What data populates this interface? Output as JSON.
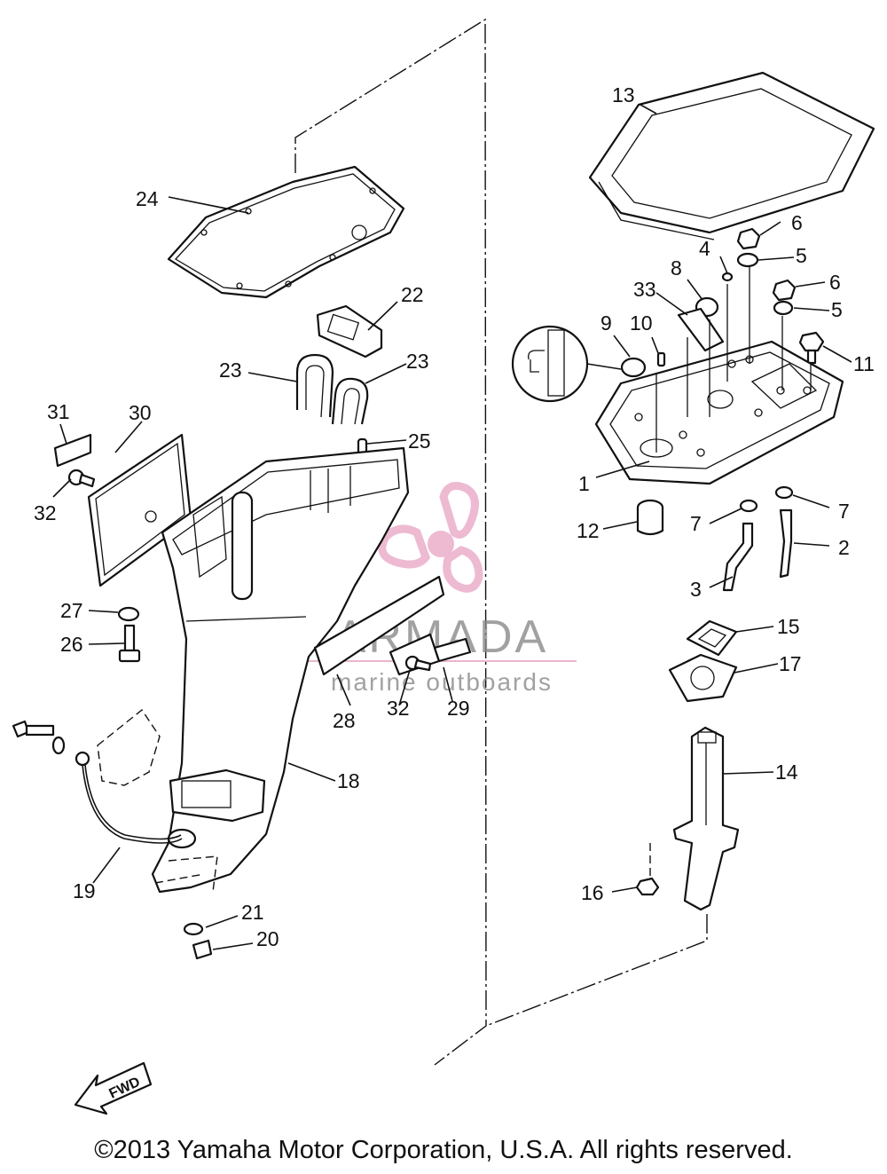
{
  "colors": {
    "line": "#111111",
    "watermark": "#e7a3c3",
    "watermark_text": "#8a8a8a"
  },
  "watermark": {
    "brand": "ARMADA",
    "tagline": "marine outboards"
  },
  "fwd_label": "FWD",
  "copyright": "©2013 Yamaha Motor Corporation, U.S.A. All rights reserved.",
  "callouts": [
    "1",
    "2",
    "3",
    "4",
    "5",
    "5",
    "6",
    "6",
    "7",
    "7",
    "8",
    "9",
    "10",
    "11",
    "12",
    "13",
    "14",
    "15",
    "16",
    "17",
    "18",
    "19",
    "20",
    "21",
    "22",
    "23",
    "23",
    "24",
    "25",
    "26",
    "27",
    "28",
    "29",
    "30",
    "31",
    "32",
    "32",
    "33"
  ]
}
